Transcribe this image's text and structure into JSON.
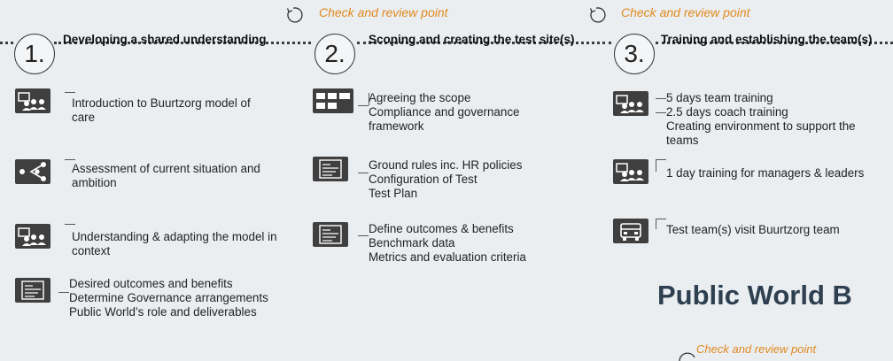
{
  "review_label_1": "Check and review point",
  "review_label_2": "Check and review point",
  "review_label_3": "Check and review point",
  "stages": [
    {
      "number": "1.",
      "title": "Developing a shared understanding",
      "items": [
        {
          "icon": "presentation-icon",
          "lines": [
            "Introduction to Buurtzorg model of",
            "care"
          ]
        },
        {
          "icon": "share-icon",
          "lines": [
            "Assessment of current situation and",
            "ambition"
          ]
        },
        {
          "icon": "presentation-icon",
          "lines": [
            "Understanding & adapting the model in",
            "context"
          ]
        },
        {
          "icon": "document-icon",
          "lines": [
            "Desired outcomes and benefits",
            "Determine Governance arrangements",
            "Public World’s role and deliverables"
          ]
        }
      ]
    },
    {
      "number": "2.",
      "title": "Scoping and creating the test site(s)",
      "items": [
        {
          "icon": "grid-icon",
          "lines": [
            "Agreeing the scope",
            "Compliance and governance",
            "framework"
          ]
        },
        {
          "icon": "document-icon",
          "lines": [
            "Ground rules inc. HR policies",
            "Configuration of Test",
            "Test Plan"
          ]
        },
        {
          "icon": "document-icon",
          "lines": [
            "Define outcomes & benefits",
            "Benchmark data",
            "Metrics and evaluation criteria"
          ]
        }
      ]
    },
    {
      "number": "3.",
      "title": "Training and establishing the team(s)",
      "items": [
        {
          "icon": "presentation-icon",
          "lines": [
            "5 days team training",
            "2.5 days coach training",
            "Creating environment to support the",
            "teams"
          ]
        },
        {
          "icon": "presentation-icon",
          "lines": [
            "1 day training for managers & leaders"
          ]
        },
        {
          "icon": "vehicle-icon",
          "lines": [
            "Test team(s) visit Buurtzorg team"
          ]
        }
      ]
    }
  ],
  "big_title": "Public World B",
  "colors": {
    "accent": "#e08a1e",
    "background": "#ebeef1",
    "icon": "#3f3f3f",
    "title": "#2e3f50"
  }
}
